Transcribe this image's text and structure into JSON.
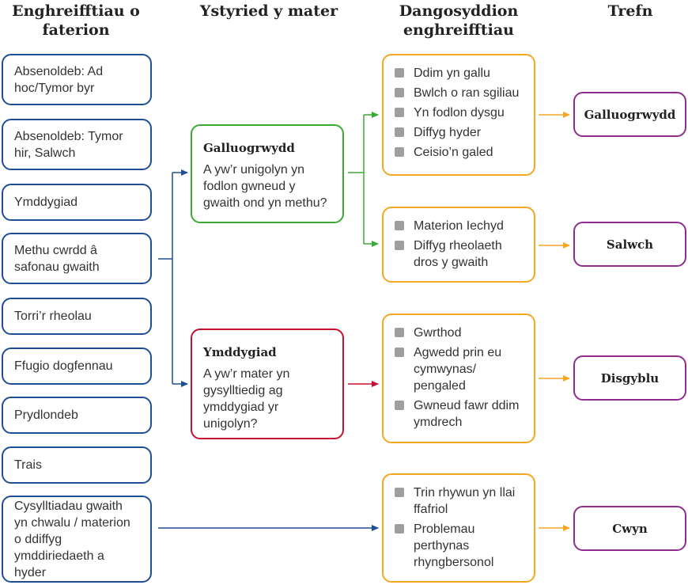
{
  "headers": {
    "examples": "Enghreifftiau o faterion",
    "consider": "Ystyried y mater",
    "indicators": "Dangosyddion enghreifftiau",
    "procedure": "Trefn"
  },
  "examples": [
    "Absenoldeb: Ad hoc/Tymor byr",
    "Absenoldeb: Tymor hir, Salwch",
    "Ymddygiad",
    "Methu cwrdd â safonau gwaith",
    "Torri’r rheolau",
    "Ffugio dogfennau",
    "Prydlondeb",
    "Trais",
    "Cysylltiadau gwaith yn chwalu / materion o ddiffyg ymddiriedaeth a hyder"
  ],
  "questions": {
    "capability": {
      "title": "Galluogrwydd",
      "text": "A yw’r unigolyn yn fodlon gwneud y gwaith ond yn methu?"
    },
    "conduct": {
      "title": "Ymddygiad",
      "text": "A yw’r mater yn gysylltiedig ag ymddygiad yr unigolyn?"
    }
  },
  "indicators": {
    "capability": [
      "Ddim yn gallu",
      "Bwlch o ran sgiliau",
      "Yn fodlon dysgu",
      "Diffyg hyder",
      "Ceisio’n galed"
    ],
    "sickness": [
      "Materion Iechyd",
      "Diffyg rheolaeth dros y gwaith"
    ],
    "discipline": [
      "Gwrthod",
      "Agwedd prin eu cymwynas/ pengaled",
      "Gwneud fawr ddim ymdrech"
    ],
    "grievance": [
      "Trin rhywun yn llai ffafriol",
      "Problemau perthynas rhyngbersonol"
    ]
  },
  "results": {
    "capability": "Galluogrwydd",
    "sickness": "Salwch",
    "discipline": "Disgyblu",
    "grievance": "Cwyn"
  },
  "colors": {
    "blue": "#1f4e96",
    "green": "#3aaa35",
    "red": "#c8102e",
    "orange": "#f5a623",
    "purple": "#8e2d8e",
    "bullet": "#9e9e9e"
  }
}
